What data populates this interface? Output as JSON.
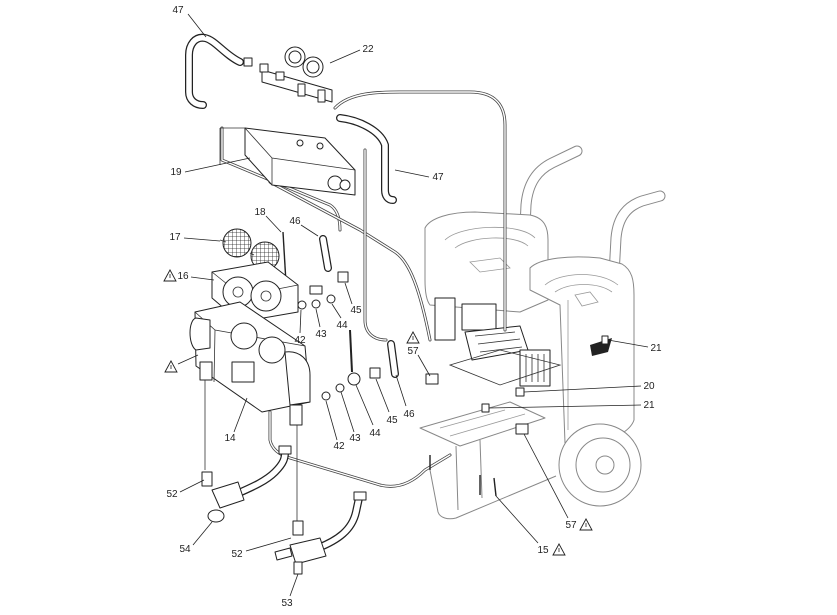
{
  "callouts": [
    "47",
    "22",
    "19",
    "47",
    "18",
    "46",
    "17",
    "16",
    "45",
    "42",
    "43",
    "44",
    "57",
    "21",
    "20",
    "21",
    "14",
    "42",
    "43",
    "44",
    "45",
    "46",
    "52",
    "54",
    "52",
    "53",
    "57",
    "15"
  ],
  "note_icon": "warning-triangle-icon",
  "colors": {
    "line": "#222222",
    "frame": "#888888",
    "background": "#ffffff"
  }
}
